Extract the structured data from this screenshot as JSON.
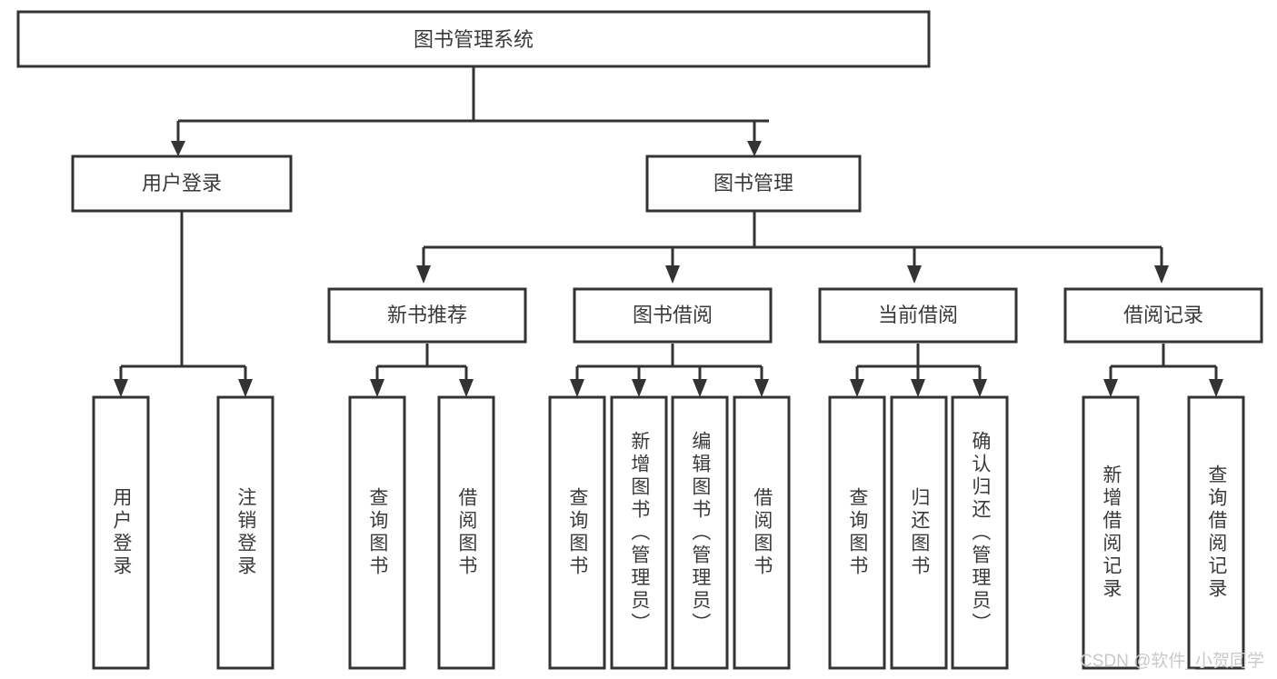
{
  "diagram": {
    "type": "tree-hierarchy",
    "title": "图书管理系统",
    "watermark": "CSDN @软件_小贺同学",
    "colors": {
      "background": "#ffffff",
      "box_fill": "#ffffff",
      "box_stroke": "#333333",
      "text": "#3a3a3a",
      "watermark": "#c9c9c9"
    },
    "root": {
      "label": "图书管理系统"
    },
    "level1": [
      {
        "label": "用户登录"
      },
      {
        "label": "图书管理"
      }
    ],
    "level2": [
      {
        "label": "新书推荐"
      },
      {
        "label": "图书借阅"
      },
      {
        "label": "当前借阅"
      },
      {
        "label": "借阅记录"
      }
    ],
    "leaves": {
      "user_login": [
        {
          "label": "用户登录"
        },
        {
          "label": "注销登录"
        }
      ],
      "new_book_recommend": [
        {
          "label": "查询图书"
        },
        {
          "label": "借阅图书"
        }
      ],
      "book_borrow": [
        {
          "label": "查询图书"
        },
        {
          "label": "新增图书（管理员）"
        },
        {
          "label": "编辑图书（管理员）"
        },
        {
          "label": "借阅图书"
        }
      ],
      "current_borrow": [
        {
          "label": "查询图书"
        },
        {
          "label": "归还图书"
        },
        {
          "label": "确认归还（管理员）"
        }
      ],
      "borrow_record": [
        {
          "label": "新增借阅记录"
        },
        {
          "label": "查询借阅记录"
        }
      ]
    }
  }
}
